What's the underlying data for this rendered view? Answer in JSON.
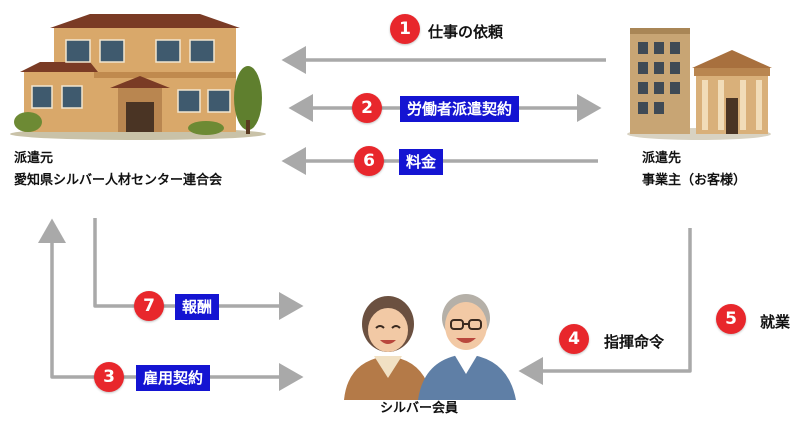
{
  "parties": {
    "dispatcher": {
      "line1": "派遣元",
      "line2": "愛知県シルバー人材センター連合会"
    },
    "client": {
      "line1": "派遣先",
      "line2": "事業主（お客様）"
    },
    "members": {
      "label": "シルバー会員"
    }
  },
  "steps": [
    {
      "num": "1",
      "label": "仕事の依頼"
    },
    {
      "num": "2",
      "label": "労働者派遣契約"
    },
    {
      "num": "3",
      "label": "雇用契約"
    },
    {
      "num": "4",
      "label": "指揮命令"
    },
    {
      "num": "5",
      "label": "就業"
    },
    {
      "num": "6",
      "label": "料金"
    },
    {
      "num": "7",
      "label": "報酬"
    }
  ],
  "colors": {
    "arrow": "#a9a9a9",
    "badge": "#e8272c",
    "label_box": "#1414d2"
  }
}
